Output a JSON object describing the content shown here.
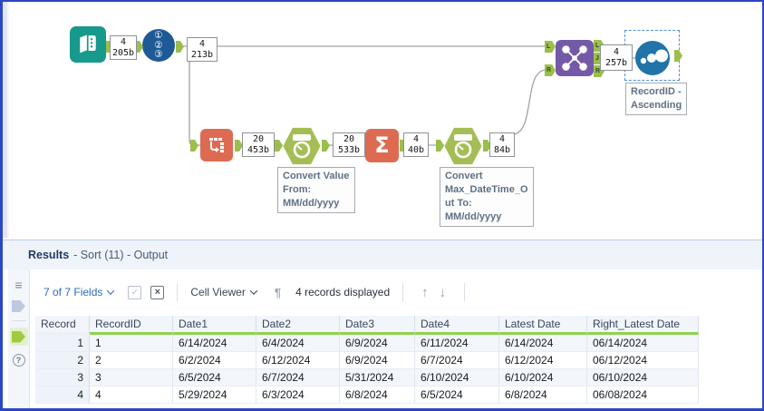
{
  "colors": {
    "frame_border": "#2B47C5",
    "tool_input_teal": "#17998C",
    "tool_recordid_blue": "#1E5A96",
    "tool_orange": "#DD6B52",
    "tool_datetime_green": "#A4BE55",
    "tool_join_purple": "#745AA6",
    "tool_sort_blue": "#2173A8",
    "anchor_green": "#9CBE4E",
    "header_green_bar": "#8ED24F",
    "link_blue": "#2A6BC4",
    "results_header_bg": "#EFF3FA"
  },
  "workflow": {
    "badges": {
      "input": {
        "count": "4",
        "size": "205b"
      },
      "recordid": {
        "count": "4",
        "size": "213b"
      },
      "transpose": {
        "count": "20",
        "size": "453b"
      },
      "datetime1": {
        "count": "20",
        "size": "533b"
      },
      "summarize": {
        "count": "4",
        "size": "40b"
      },
      "datetime2": {
        "count": "4",
        "size": "84b"
      },
      "join": {
        "count": "4",
        "size": "257b"
      }
    },
    "annotations": {
      "datetime1": "Convert Value\nFrom:\nMM/dd/yyyy",
      "datetime2": "Convert\nMax_DateTime_O\nut To:\nMM/dd/yyyy",
      "sort": "RecordID -\nAscending"
    },
    "recordid_glyphs": "①\n②\n③",
    "summarize_glyph": "Σ",
    "join_anchors": {
      "in_l": "L",
      "in_r": "R",
      "out_l": "L",
      "out_j": "J",
      "out_r": "R"
    }
  },
  "results": {
    "title": "Results",
    "subtitle": "- Sort (11) - Output",
    "toolbar": {
      "fields": "7 of 7 Fields",
      "cell_viewer": "Cell Viewer",
      "records": "4 records displayed"
    },
    "icons": {
      "check": "✓",
      "clear": "×",
      "pilcrow": "¶",
      "up_arrow": "↑",
      "down_arrow": "↓",
      "list": "≡",
      "help": "?"
    },
    "table": {
      "columns": [
        "Record",
        "RecordID",
        "Date1",
        "Date2",
        "Date3",
        "Date4",
        "Latest Date",
        "Right_Latest Date"
      ],
      "rows": [
        [
          "1",
          "1",
          "6/14/2024",
          "6/4/2024",
          "6/9/2024",
          "6/11/2024",
          "6/14/2024",
          "06/14/2024"
        ],
        [
          "2",
          "2",
          "6/2/2024",
          "6/12/2024",
          "6/9/2024",
          "6/7/2024",
          "6/12/2024",
          "06/12/2024"
        ],
        [
          "3",
          "3",
          "6/5/2024",
          "6/7/2024",
          "5/31/2024",
          "6/10/2024",
          "6/10/2024",
          "06/10/2024"
        ],
        [
          "4",
          "4",
          "5/29/2024",
          "6/3/2024",
          "6/8/2024",
          "6/5/2024",
          "6/8/2024",
          "06/08/2024"
        ]
      ]
    }
  }
}
